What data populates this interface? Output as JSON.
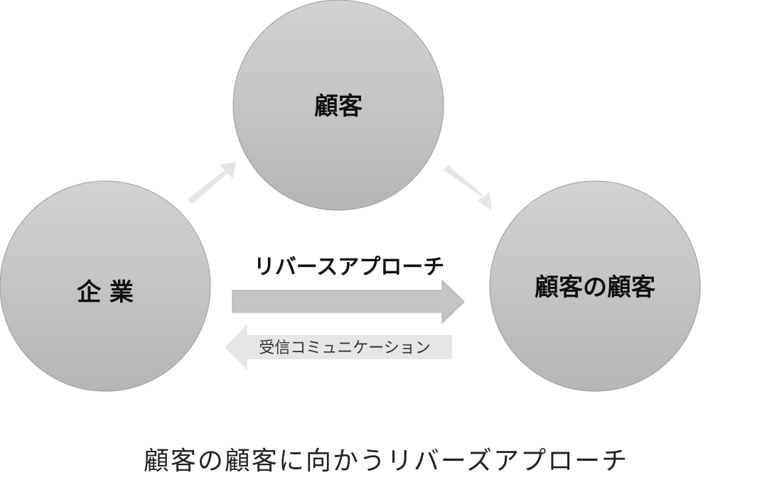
{
  "nodes": {
    "customer": {
      "label": "顧客"
    },
    "company": {
      "label": "企 業"
    },
    "customers_customer": {
      "label": "顧客の顧客"
    }
  },
  "arrows": {
    "reverse_approach": {
      "label": "リバースアプローチ"
    },
    "receiving_communication": {
      "label": "受信コミュニケーション"
    }
  },
  "caption": "顧客の顧客に向かうリバーズアプローチ",
  "colors": {
    "node_fill_top": "#d2d2d2",
    "node_fill_bottom": "#b6b6b6",
    "node_stroke": "#9a9a9a",
    "arrow_dark": "#c4c4c4",
    "arrow_light": "#e6e6e6"
  }
}
